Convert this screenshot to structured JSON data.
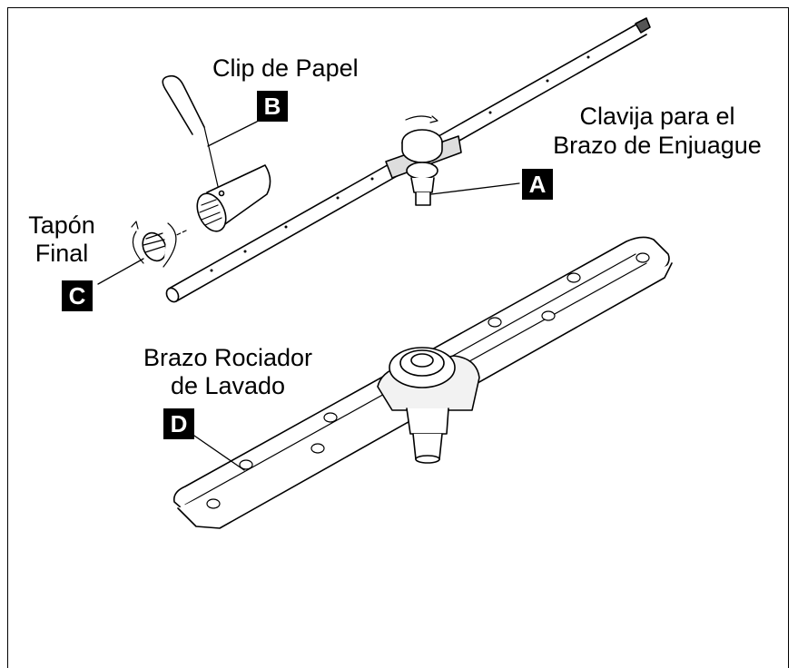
{
  "labels": {
    "clip_de_papel": "Clip de Papel",
    "clavija_line1": "Clavija para el",
    "clavija_line2": "Brazo de Enjuague",
    "tapon_line1": "Tapón",
    "tapon_line2": "Final",
    "brazo_line1": "Brazo Rociador",
    "brazo_line2": "de Lavado"
  },
  "badges": {
    "a": "A",
    "b": "B",
    "c": "C",
    "d": "D"
  }
}
